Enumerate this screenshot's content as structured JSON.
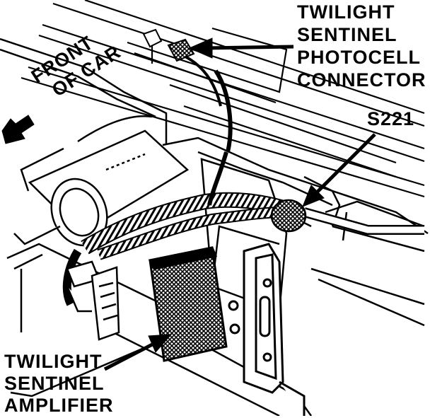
{
  "labels": {
    "photocell": [
      "TWILIGHT",
      "SENTINEL",
      "PHOTOCELL",
      "CONNECTOR"
    ],
    "s221": "S221",
    "amplifier": [
      "TWILIGHT",
      "SENTINEL",
      "AMPLIFIER"
    ],
    "front": [
      "FRONT",
      "OF CAR"
    ]
  }
}
